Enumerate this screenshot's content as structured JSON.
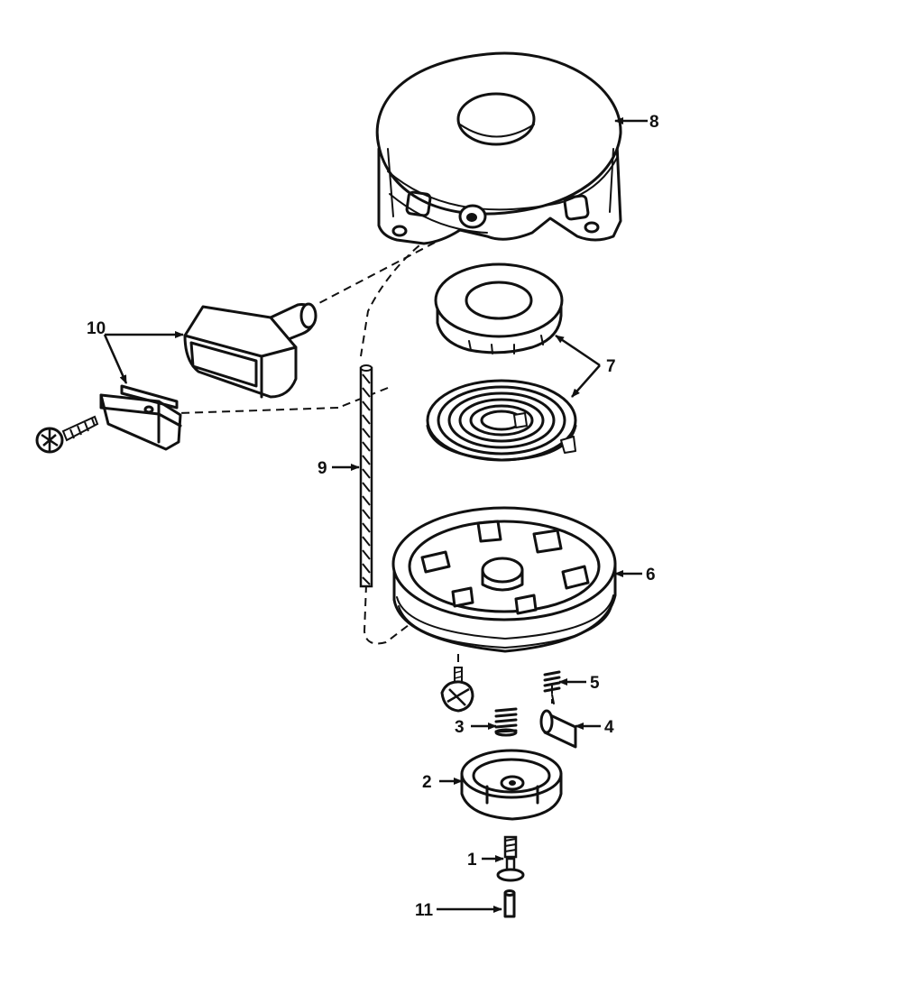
{
  "diagram": {
    "parts": [
      {
        "id": "part-1",
        "label": "1"
      },
      {
        "id": "part-2",
        "label": "2"
      },
      {
        "id": "part-3",
        "label": "3"
      },
      {
        "id": "part-4",
        "label": "4"
      },
      {
        "id": "part-5",
        "label": "5"
      },
      {
        "id": "part-6",
        "label": "6"
      },
      {
        "id": "part-7",
        "label": "7"
      },
      {
        "id": "part-8",
        "label": "8"
      },
      {
        "id": "part-9",
        "label": "9"
      },
      {
        "id": "part-10",
        "label": "10"
      },
      {
        "id": "part-11",
        "label": "11"
      }
    ]
  }
}
